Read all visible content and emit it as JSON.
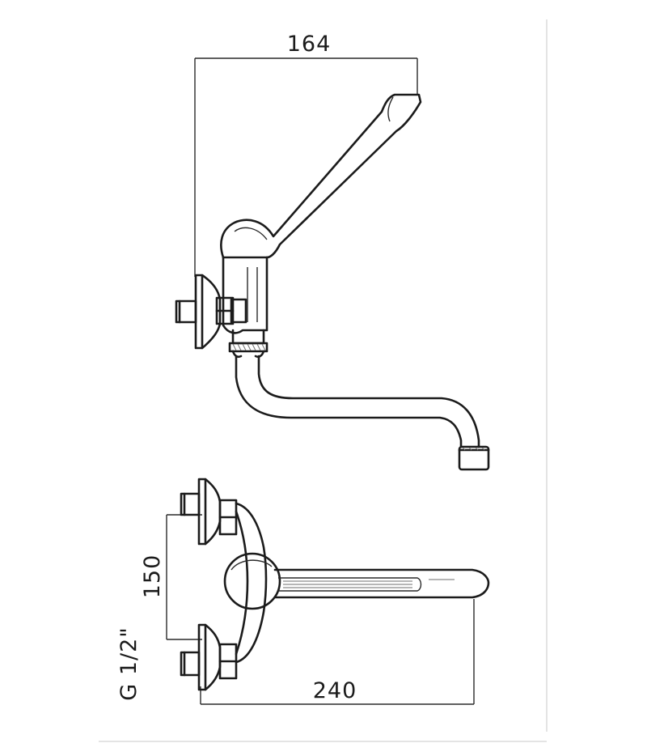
{
  "drawing": {
    "top_view": {
      "width_dimension": "164"
    },
    "front_view": {
      "length_dimension": "240",
      "height_dimension": "150",
      "thread_label": "G 1/2\""
    }
  }
}
